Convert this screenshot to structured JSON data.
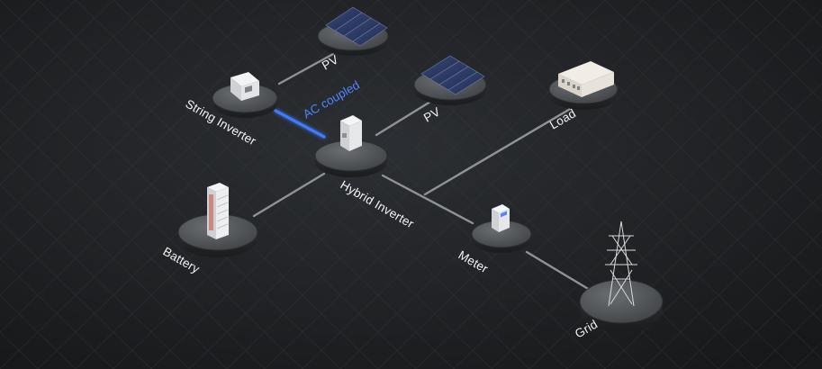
{
  "nodes": {
    "pv_top": {
      "label": "PV"
    },
    "pv_mid": {
      "label": "PV"
    },
    "string_inverter": {
      "label": "String Inverter"
    },
    "hybrid_inverter": {
      "label": "Hybrid Inverter"
    },
    "load": {
      "label": "Load"
    },
    "battery": {
      "label": "Battery"
    },
    "meter": {
      "label": "Meter"
    },
    "grid": {
      "label": "Grid"
    }
  },
  "links": {
    "ac_coupled": {
      "label": "AC coupled",
      "color": "#3f7bff"
    }
  },
  "colors": {
    "background": "#1d1f22",
    "line": "#8f9296",
    "platform": "#55585c",
    "platform_edge": "#2b2d30",
    "accent": "#3f7bff"
  }
}
